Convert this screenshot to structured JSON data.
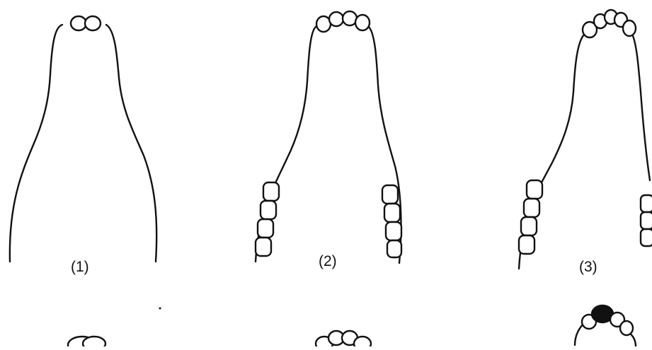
{
  "figure": {
    "panels": [
      {
        "label": "(1)"
      },
      {
        "label": "(2)"
      },
      {
        "label": "(3)"
      },
      {
        "label": ""
      },
      {
        "label": ""
      },
      {
        "label": ""
      }
    ]
  },
  "colors": {
    "background": "#ffffff",
    "ink": "#111111"
  }
}
